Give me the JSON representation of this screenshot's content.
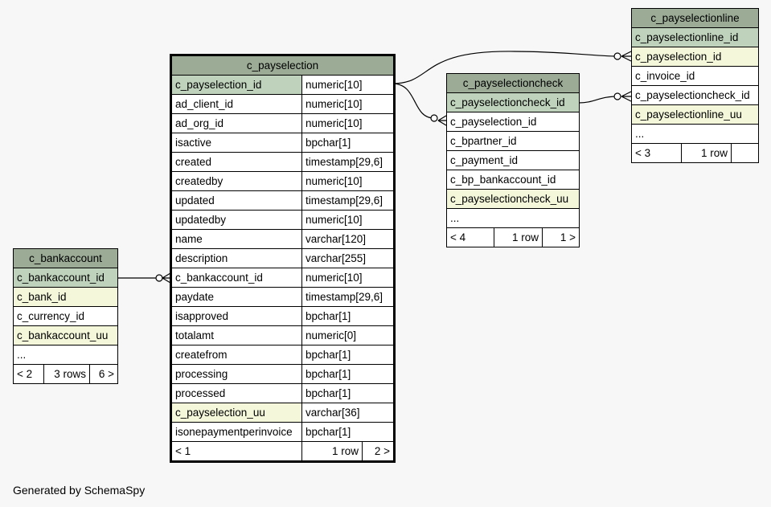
{
  "footer": "Generated by SchemaSpy",
  "tables": {
    "c_payselection": {
      "name": "c_payselection",
      "columns": [
        {
          "name": "c_payselection_id",
          "type": "numeric[10]",
          "role": "pk"
        },
        {
          "name": "ad_client_id",
          "type": "numeric[10]",
          "role": ""
        },
        {
          "name": "ad_org_id",
          "type": "numeric[10]",
          "role": ""
        },
        {
          "name": "isactive",
          "type": "bpchar[1]",
          "role": ""
        },
        {
          "name": "created",
          "type": "timestamp[29,6]",
          "role": ""
        },
        {
          "name": "createdby",
          "type": "numeric[10]",
          "role": ""
        },
        {
          "name": "updated",
          "type": "timestamp[29,6]",
          "role": ""
        },
        {
          "name": "updatedby",
          "type": "numeric[10]",
          "role": ""
        },
        {
          "name": "name",
          "type": "varchar[120]",
          "role": ""
        },
        {
          "name": "description",
          "type": "varchar[255]",
          "role": ""
        },
        {
          "name": "c_bankaccount_id",
          "type": "numeric[10]",
          "role": ""
        },
        {
          "name": "paydate",
          "type": "timestamp[29,6]",
          "role": ""
        },
        {
          "name": "isapproved",
          "type": "bpchar[1]",
          "role": ""
        },
        {
          "name": "totalamt",
          "type": "numeric[0]",
          "role": ""
        },
        {
          "name": "createfrom",
          "type": "bpchar[1]",
          "role": ""
        },
        {
          "name": "processing",
          "type": "bpchar[1]",
          "role": ""
        },
        {
          "name": "processed",
          "type": "bpchar[1]",
          "role": ""
        },
        {
          "name": "c_payselection_uu",
          "type": "varchar[36]",
          "role": "fk"
        },
        {
          "name": "isonepaymentperinvoice",
          "type": "bpchar[1]",
          "role": ""
        }
      ],
      "footer": [
        "< 1",
        "1 row",
        "2 >"
      ]
    },
    "c_bankaccount": {
      "name": "c_bankaccount",
      "columns": [
        {
          "name": "c_bankaccount_id",
          "role": "pk"
        },
        {
          "name": "c_bank_id",
          "role": "fk"
        },
        {
          "name": "c_currency_id",
          "role": ""
        },
        {
          "name": "c_bankaccount_uu",
          "role": "fk"
        },
        {
          "name": "...",
          "role": ""
        }
      ],
      "footer": [
        "< 2",
        "3 rows",
        "6 >"
      ]
    },
    "c_payselectioncheck": {
      "name": "c_payselectioncheck",
      "columns": [
        {
          "name": "c_payselectioncheck_id",
          "role": "pk"
        },
        {
          "name": "c_payselection_id",
          "role": ""
        },
        {
          "name": "c_bpartner_id",
          "role": ""
        },
        {
          "name": "c_payment_id",
          "role": ""
        },
        {
          "name": "c_bp_bankaccount_id",
          "role": ""
        },
        {
          "name": "c_payselectioncheck_uu",
          "role": "fk"
        },
        {
          "name": "...",
          "role": ""
        }
      ],
      "footer": [
        "< 4",
        "1 row",
        "1 >"
      ]
    },
    "c_payselectionline": {
      "name": "c_payselectionline",
      "columns": [
        {
          "name": "c_payselectionline_id",
          "role": "pk"
        },
        {
          "name": "c_payselection_id",
          "role": "fk"
        },
        {
          "name": "c_invoice_id",
          "role": ""
        },
        {
          "name": "c_payselectioncheck_id",
          "role": ""
        },
        {
          "name": "c_payselectionline_uu",
          "role": "fk"
        },
        {
          "name": "...",
          "role": ""
        }
      ],
      "footer": [
        "< 3",
        "1 row",
        ""
      ]
    }
  }
}
